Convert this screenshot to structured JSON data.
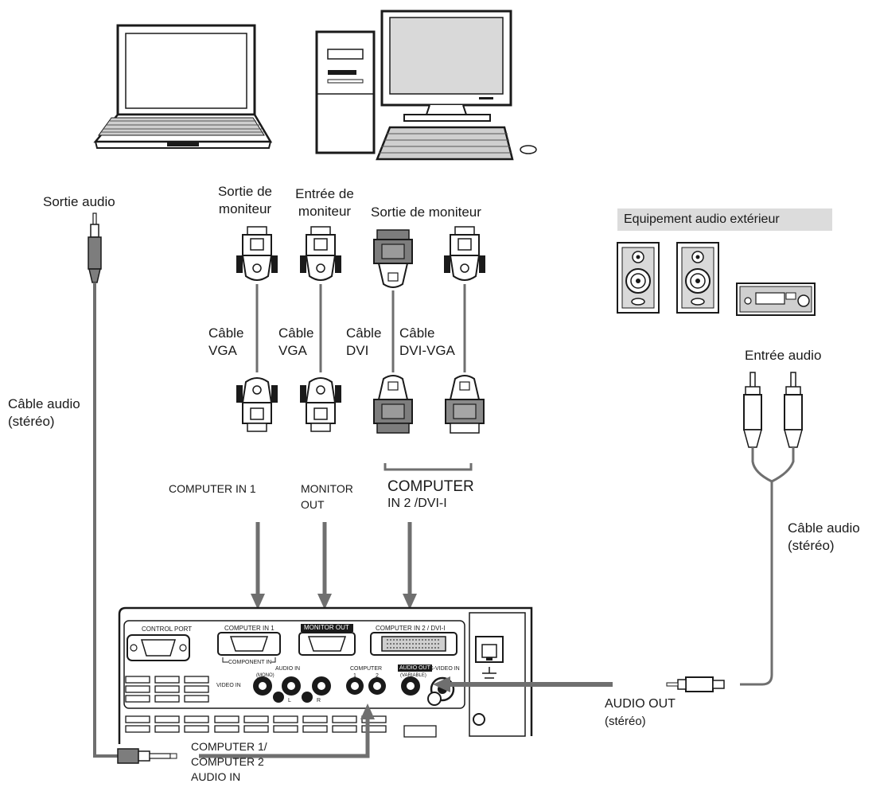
{
  "labels": {
    "sortie_audio": "Sortie audio",
    "sortie_moniteur_1": [
      "Sortie de",
      "moniteur"
    ],
    "entree_moniteur": [
      "Entrée de",
      "moniteur"
    ],
    "sortie_moniteur_2": "Sortie de moniteur",
    "equipement_audio": "Equipement audio extérieur",
    "cable_vga_1": [
      "Câble",
      "VGA"
    ],
    "cable_vga_2": [
      "Câble",
      "VGA"
    ],
    "cable_dvi": [
      "Câble",
      "DVI"
    ],
    "cable_dvi_vga": [
      "Câble",
      "DVI-VGA"
    ],
    "entree_audio": "Entrée audio",
    "cable_audio_left": [
      "Câble audio",
      "(stéréo)"
    ],
    "cable_audio_right": [
      "Câble audio",
      "(stéréo)"
    ],
    "computer_in_1": "COMPUTER IN 1",
    "monitor_out": [
      "MONITOR",
      "OUT"
    ],
    "computer_in_2": [
      "COMPUTER",
      "IN 2 /DVI-I"
    ],
    "audio_out": [
      "AUDIO OUT",
      "(stéréo)"
    ],
    "computer_audio_in": [
      "COMPUTER 1/",
      "COMPUTER 2",
      "AUDIO IN"
    ]
  },
  "panel_labels": {
    "control_port": "CONTROL PORT",
    "computer_in_1": "COMPUTER IN 1",
    "monitor_out": "MONITOR OUT",
    "computer_in_2_dvi": "COMPUTER IN 2 / DVI-I",
    "component_in": "COMPONENT IN",
    "audio_in": "AUDIO IN",
    "mono": "(MONO)",
    "computer": "COMPUTER",
    "computer_1": "1",
    "computer_2": "2",
    "audio_out": "AUDIO OUT",
    "variable": "(VARIABLE)",
    "s_video_in": "S-VIDEO IN",
    "video_in": "VIDEO IN",
    "l": "L",
    "r": "R"
  },
  "colors": {
    "line": "#1a1a1a",
    "arrow": "#6f6f6f",
    "connector_fill": "#7d7d7d",
    "label_box": "#dcdcdc",
    "panel_dark": "#1a1a1a"
  }
}
